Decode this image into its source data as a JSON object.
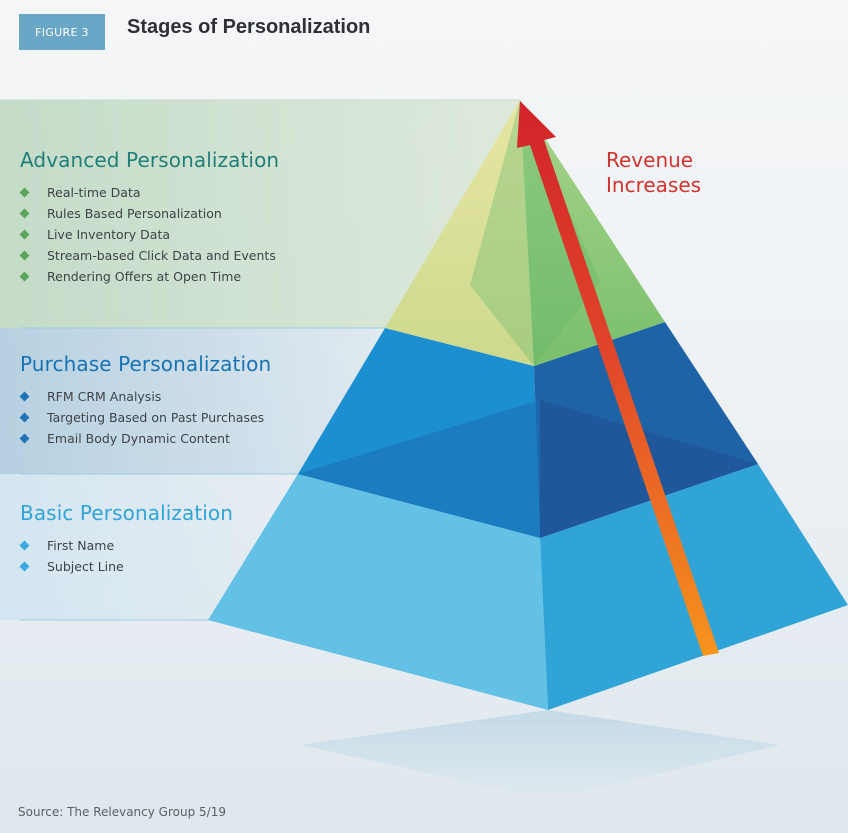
{
  "figure_label": "FIGURE 3",
  "title": "Stages of Personalization",
  "stages": [
    {
      "heading": "Advanced Personalization",
      "items": [
        "Real-time Data",
        "Rules Based Personalization",
        "Live Inventory Data",
        "Stream-based Click Data and Events",
        "Rendering Offers at Open Time"
      ]
    },
    {
      "heading": "Purchase Personalization",
      "items": [
        "RFM CRM Analysis",
        "Targeting Based on Past Purchases",
        "Email Body Dynamic Content"
      ]
    },
    {
      "heading": "Basic Personalization",
      "items": [
        "First Name",
        "Subject Line"
      ]
    }
  ],
  "arrow_label_line1": "Revenue",
  "arrow_label_line2": "Increases",
  "source": "Source: The Relevancy Group 5/19",
  "colors": {
    "advanced": "#1f7f79",
    "purchase": "#1773b4",
    "basic": "#2fa4d8",
    "arrow_top": "#d2332f",
    "arrow_bottom": "#f7941d"
  }
}
